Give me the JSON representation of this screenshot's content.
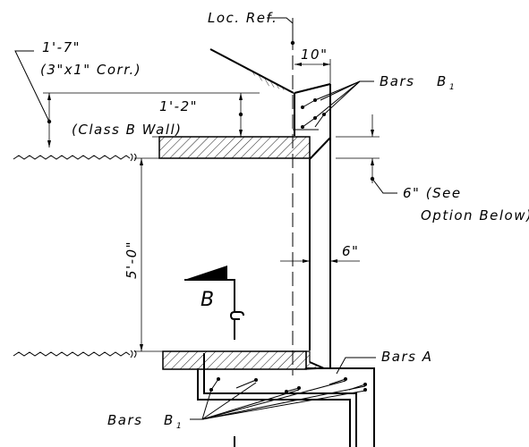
{
  "labels": {
    "loc_ref": "Loc. Ref.",
    "dim_10": "10\"",
    "bars_b1_top": "Bars",
    "bars_b1_top_sub": "B",
    "bars_b1_top_subscript": "1",
    "dim_1_7": "1'-7\"",
    "corr": "(3\"x1\" Corr.)",
    "dim_1_2": "1'-2\"",
    "class_b": "(Class B Wall)",
    "dim_6_see": "6\" (See",
    "option_below": "Option Below)",
    "dim_5_0": "5'-0\"",
    "dim_6": "6\"",
    "section_b": "B",
    "bars_a": "Bars A",
    "bars_b1_bottom": "Bars",
    "bars_b1_bottom_sub": "B",
    "bars_b1_bottom_subscript": "1"
  }
}
